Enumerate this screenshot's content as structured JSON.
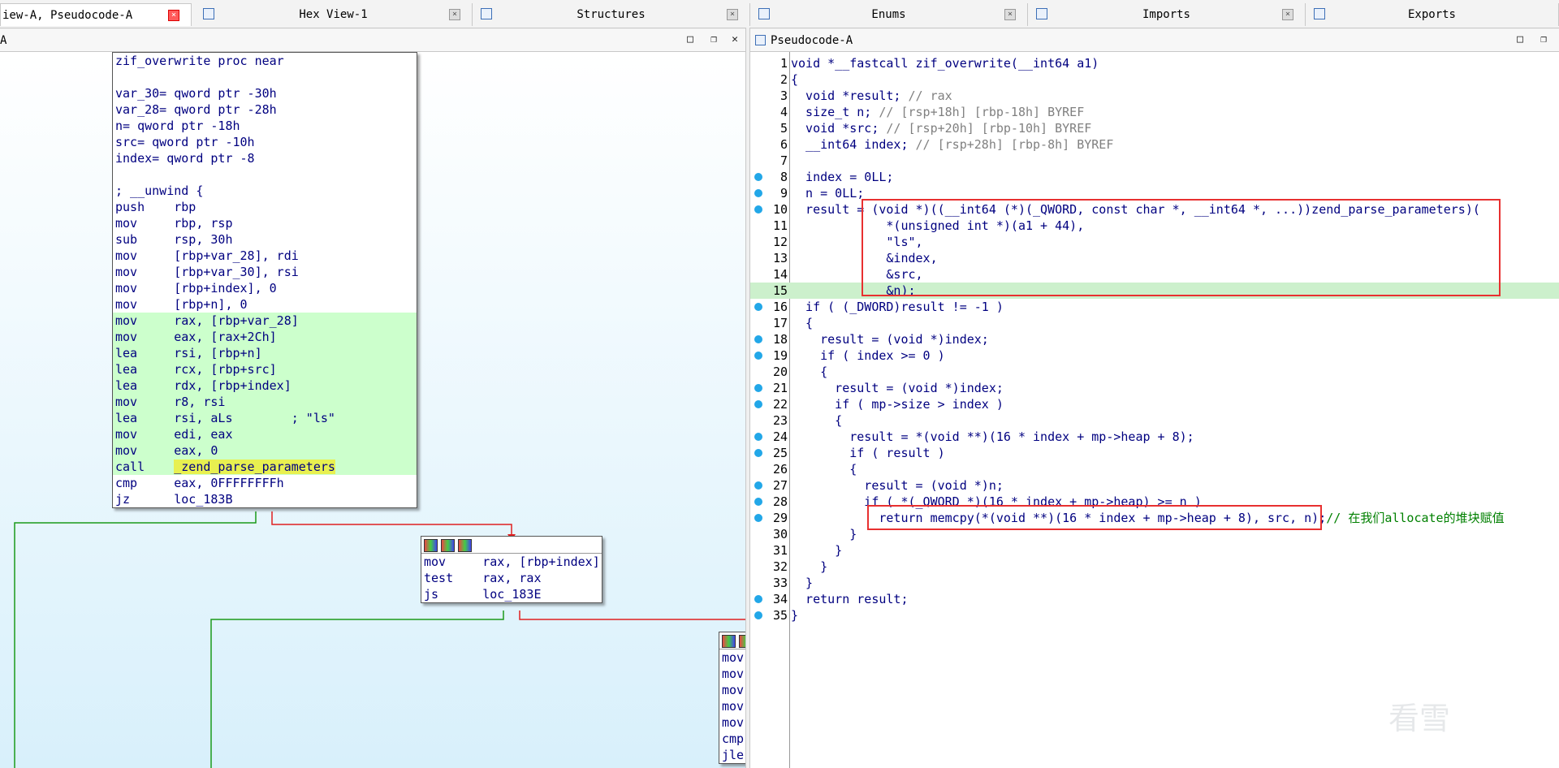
{
  "tabs": [
    {
      "label": "IDA View-A, Pseudocode-A",
      "visible_label": "iew-A, Pseudocode-A"
    },
    {
      "label": "Hex View-1"
    },
    {
      "label": "Structures"
    },
    {
      "label": "Enums"
    },
    {
      "label": "Imports"
    },
    {
      "label": "Exports"
    }
  ],
  "left_subtitle": "A",
  "right_subtitle": "Pseudocode-A",
  "graph": {
    "main_node": [
      "zif_overwrite proc near",
      "",
      "var_30= qword ptr -30h",
      "var_28= qword ptr -28h",
      "n= qword ptr -18h",
      "src= qword ptr -10h",
      "index= qword ptr -8",
      "",
      "; __unwind {",
      "push    rbp",
      "mov     rbp, rsp",
      "sub     rsp, 30h",
      "mov     [rbp+var_28], rdi",
      "mov     [rbp+var_30], rsi",
      "mov     [rbp+index], 0",
      "mov     [rbp+n], 0",
      "mov     rax, [rbp+var_28]",
      "mov     eax, [rax+2Ch]",
      "lea     rsi, [rbp+n]",
      "lea     rcx, [rbp+src]",
      "lea     rdx, [rbp+index]",
      "mov     r8, rsi",
      "lea     rsi, aLs        ; \"ls\"",
      "mov     edi, eax",
      "mov     eax, 0",
      "call    _zend_parse_parameters",
      "cmp     eax, 0FFFFFFFFh",
      "jz      loc_183B"
    ],
    "node2": [
      "mov     rax, [rbp+index]",
      "test    rax, rax",
      "js      loc_183E"
    ],
    "node3": [
      "mov",
      "mov",
      "mov",
      "mov",
      "mov",
      "cmp",
      "jle"
    ]
  },
  "code": [
    {
      "n": "1",
      "t": "void *__fastcall zif_overwrite(__int64 a1)"
    },
    {
      "n": "2",
      "t": "{"
    },
    {
      "n": "3",
      "t": "  void *result; // rax"
    },
    {
      "n": "4",
      "t": "  size_t n; // [rsp+18h] [rbp-18h] BYREF"
    },
    {
      "n": "5",
      "t": "  void *src; // [rsp+20h] [rbp-10h] BYREF"
    },
    {
      "n": "6",
      "t": "  __int64 index; // [rsp+28h] [rbp-8h] BYREF"
    },
    {
      "n": "7",
      "t": ""
    },
    {
      "n": "8",
      "t": "  index = 0LL;"
    },
    {
      "n": "9",
      "t": "  n = 0LL;"
    },
    {
      "n": "10",
      "t": "  result = (void *)((__int64 (*)(_QWORD, const char *, __int64 *, ...))zend_parse_parameters)("
    },
    {
      "n": "11",
      "t": "             *(unsigned int *)(a1 + 44),"
    },
    {
      "n": "12",
      "t": "             \"ls\","
    },
    {
      "n": "13",
      "t": "             &index,"
    },
    {
      "n": "14",
      "t": "             &src,"
    },
    {
      "n": "15",
      "t": "             &n);"
    },
    {
      "n": "16",
      "t": "  if ( (_DWORD)result != -1 )"
    },
    {
      "n": "17",
      "t": "  {"
    },
    {
      "n": "18",
      "t": "    result = (void *)index;"
    },
    {
      "n": "19",
      "t": "    if ( index >= 0 )"
    },
    {
      "n": "20",
      "t": "    {"
    },
    {
      "n": "21",
      "t": "      result = (void *)index;"
    },
    {
      "n": "22",
      "t": "      if ( mp->size > index )"
    },
    {
      "n": "23",
      "t": "      {"
    },
    {
      "n": "24",
      "t": "        result = *(void **)(16 * index + mp->heap + 8);"
    },
    {
      "n": "25",
      "t": "        if ( result )"
    },
    {
      "n": "26",
      "t": "        {"
    },
    {
      "n": "27",
      "t": "          result = (void *)n;"
    },
    {
      "n": "28",
      "t": "          if ( *(_QWORD *)(16 * index + mp->heap) >= n )"
    },
    {
      "n": "29",
      "t": "            return memcpy(*(void **)(16 * index + mp->heap + 8), src, n);// 在我们allocate的堆块赋值"
    },
    {
      "n": "30",
      "t": "        }"
    },
    {
      "n": "31",
      "t": "      }"
    },
    {
      "n": "32",
      "t": "    }"
    },
    {
      "n": "33",
      "t": "  }"
    },
    {
      "n": "34",
      "t": "  return result;"
    },
    {
      "n": "35",
      "t": "}"
    }
  ],
  "dot_lines": [
    "8",
    "9",
    "10",
    "16",
    "18",
    "19",
    "21",
    "22",
    "24",
    "25",
    "27",
    "28",
    "29",
    "34",
    "35"
  ],
  "highlight_line": "15",
  "watermark": "看雪",
  "colors": {
    "accent": "#22a7e8",
    "highlight": "#ccf0cc",
    "redbox": "#e83030"
  }
}
